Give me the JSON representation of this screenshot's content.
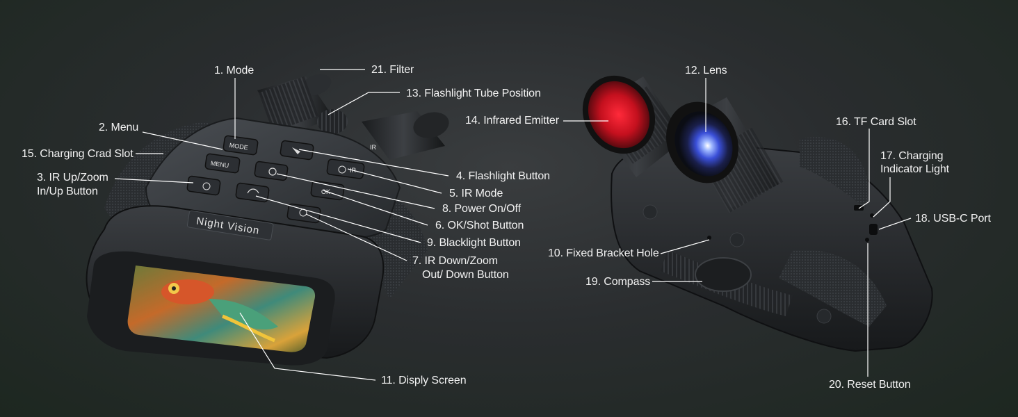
{
  "device_text": {
    "mode_button": "MODE",
    "menu_button": "MENU",
    "ir_button": "IR",
    "ok_button": "OK",
    "brand_plate": "Night Vision"
  },
  "callouts": {
    "mode": "1. Mode",
    "menu": "2. Menu",
    "ir_up_zoom_line1": "3. IR Up/Zoom",
    "ir_up_zoom_line2": "In/Up Button",
    "flashlight_button": "4. Flashlight Button",
    "ir_mode": "5. IR Mode",
    "ok_shot": "6. OK/Shot Button",
    "ir_down_zoom_line1": "7. IR Down/Zoom",
    "ir_down_zoom_line2": "Out/ Down Button",
    "power": "8. Power On/Off",
    "blacklight": "9. Blacklight Button",
    "bracket_hole": "10. Fixed Bracket Hole",
    "display_screen": "11. Disply Screen",
    "lens": "12. Lens",
    "flashlight_tube": "13. Flashlight Tube Position",
    "infrared_emitter": "14. Infrared Emitter",
    "charging_slot": "15. Charging Crad Slot",
    "tf_card": "16. TF Card Slot",
    "charging_light_line1": "17. Charging",
    "charging_light_line2": "Indicator Light",
    "usbc": "18. USB-C Port",
    "compass": "19. Compass",
    "reset": "20. Reset Button",
    "filter": "21. Filter"
  }
}
